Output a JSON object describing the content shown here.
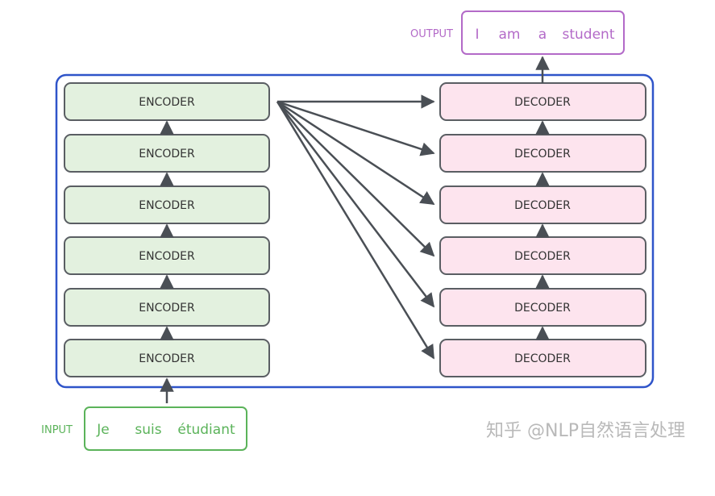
{
  "input": {
    "label": "INPUT",
    "words": [
      "Je",
      "suis",
      "étudiant"
    ]
  },
  "output": {
    "label": "OUTPUT",
    "words": [
      "I",
      "am",
      "a",
      "student"
    ]
  },
  "encoders": [
    "ENCODER",
    "ENCODER",
    "ENCODER",
    "ENCODER",
    "ENCODER",
    "ENCODER"
  ],
  "decoders": [
    "DECODER",
    "DECODER",
    "DECODER",
    "DECODER",
    "DECODER",
    "DECODER"
  ],
  "watermark": "知乎 @NLP自然语言处理",
  "colors": {
    "encoder_fill": "#e3f1df",
    "decoder_fill": "#fde4ee",
    "block_stroke": "#5a5e63",
    "frame_stroke": "#2f54c9",
    "input_color": "#5bb35a",
    "output_color": "#b36ac8",
    "arrow": "#4a4f55",
    "watermark": "#b9b9b9"
  }
}
